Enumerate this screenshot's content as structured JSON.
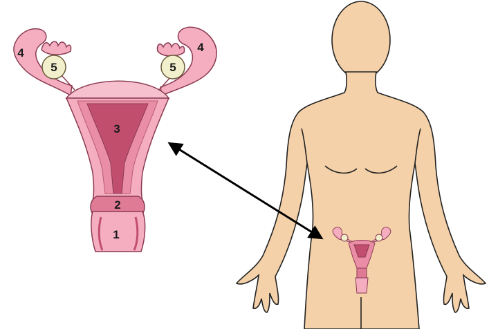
{
  "diagram": {
    "labels": {
      "vagina": "1",
      "cervix": "2",
      "uterus": "3",
      "fallopian_tube_left": "4",
      "fallopian_tube_right": "4",
      "ovary_left": "5",
      "ovary_right": "5"
    },
    "colors": {
      "organ_light": "#f4aec0",
      "organ_mid": "#ea8ea6",
      "organ_dark": "#c24e6e",
      "outline": "#8a3a52",
      "ovary": "#f2f0cc",
      "skin": "#f4d1a9",
      "skin_outline": "#222222",
      "arrow": "#000000"
    }
  }
}
